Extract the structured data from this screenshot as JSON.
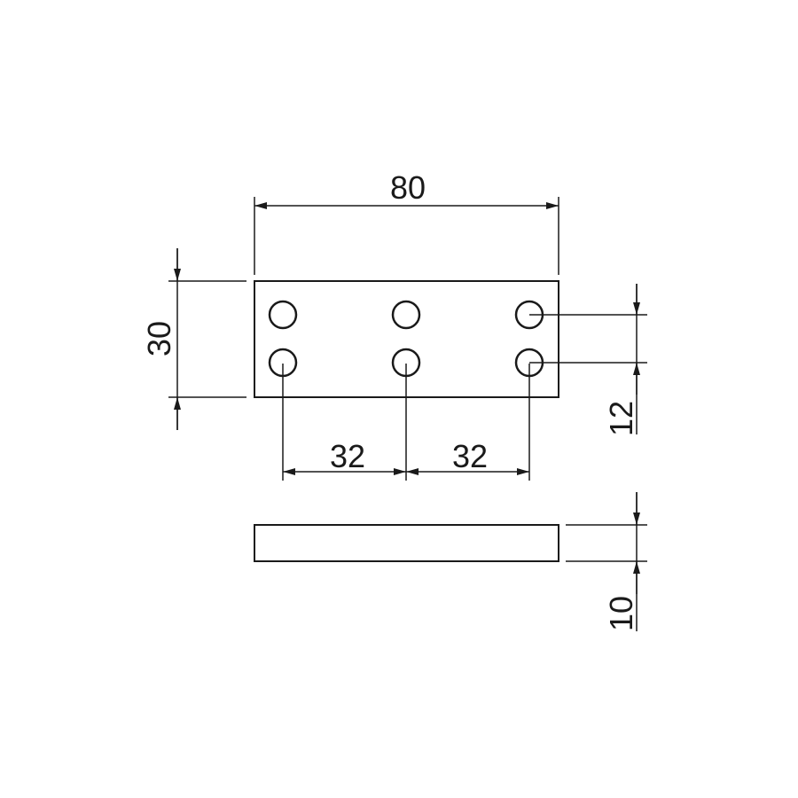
{
  "colors": {
    "line": "#1a1a1a",
    "background": "#ffffff"
  },
  "dimensions": {
    "width": "80",
    "height": "30",
    "hole_spacing_left": "32",
    "hole_spacing_right": "32",
    "hole_row_spacing": "12",
    "thickness": "10"
  },
  "holes": {
    "columns": 3,
    "rows": 2
  }
}
